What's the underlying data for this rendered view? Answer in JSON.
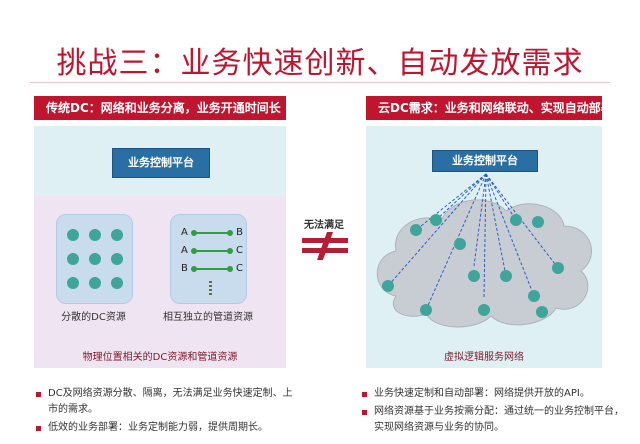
{
  "slide": {
    "title": "挑战三：业务快速创新、自动发放需求"
  },
  "left_panel": {
    "header": "传统DC：网络和业务分离，业务开通时间长",
    "platform_label": "业务控制平台",
    "card1_caption": "分散的DC资源",
    "card2_caption": "相互独立的管道资源",
    "bottom_caption": "物理位置相关的DC资源和管道资源",
    "pipes": [
      {
        "left": "A",
        "right": "B"
      },
      {
        "left": "A",
        "right": "C"
      },
      {
        "left": "B",
        "right": "C"
      }
    ]
  },
  "middle": {
    "label": "无法满足"
  },
  "right_panel": {
    "header": "云DC需求：业务和网络联动、实现自动部署",
    "platform_label": "业务控制平台",
    "bottom_caption": "虚拟逻辑服务网络"
  },
  "left_bullets": [
    "DC及网络资源分散、隔离，无法满足业务快速定制、上市的需求。",
    "低效的业务部署：业务定制能力弱，提供周期长。"
  ],
  "right_bullets": [
    "业务快速定制和自动部署：网络提供开放的API。",
    "网络资源基于业务按需分配：通过统一的业务控制平台，实现网络资源与业务的协同。"
  ],
  "colors": {
    "accent": "#c0152f",
    "platform": "#2a6fa3",
    "node": "#3fa49a",
    "pipe": "#2f9e3e"
  }
}
